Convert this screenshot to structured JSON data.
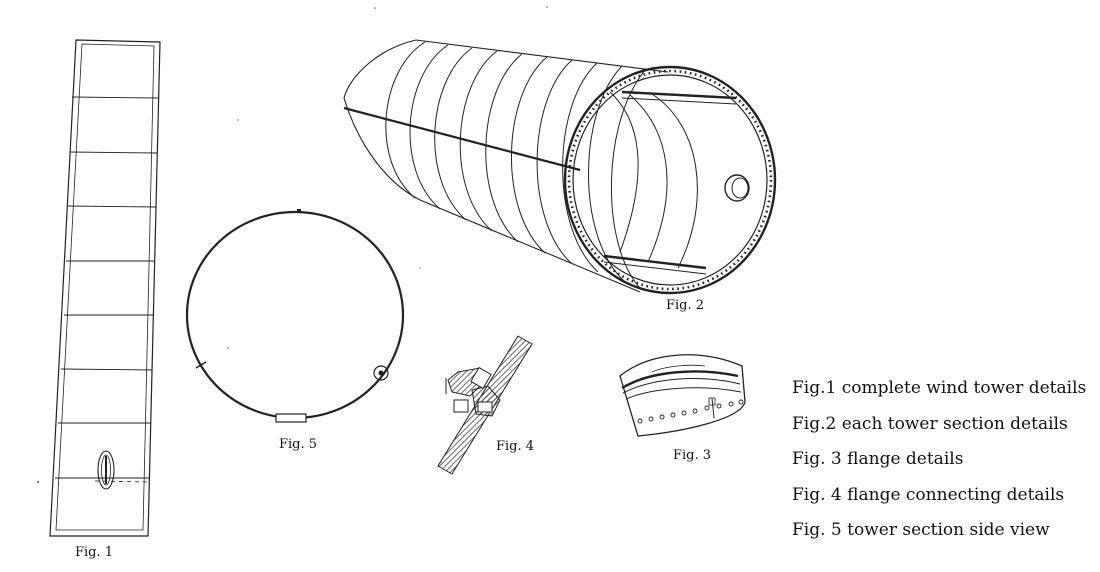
{
  "figures": {
    "fig1": "Fig. 1",
    "fig2": "Fig. 2",
    "fig3": "Fig. 3",
    "fig4": "Fig. 4",
    "fig5": "Fig. 5"
  },
  "legend": [
    "Fig.1 complete wind tower details",
    "Fig.2 each tower section details",
    "Fig. 3 flange details",
    "Fig. 4 flange connecting details",
    "Fig. 5 tower section side view"
  ],
  "colors": {
    "line": "#222222",
    "hatch": "#555555",
    "background": "#ffffff"
  }
}
